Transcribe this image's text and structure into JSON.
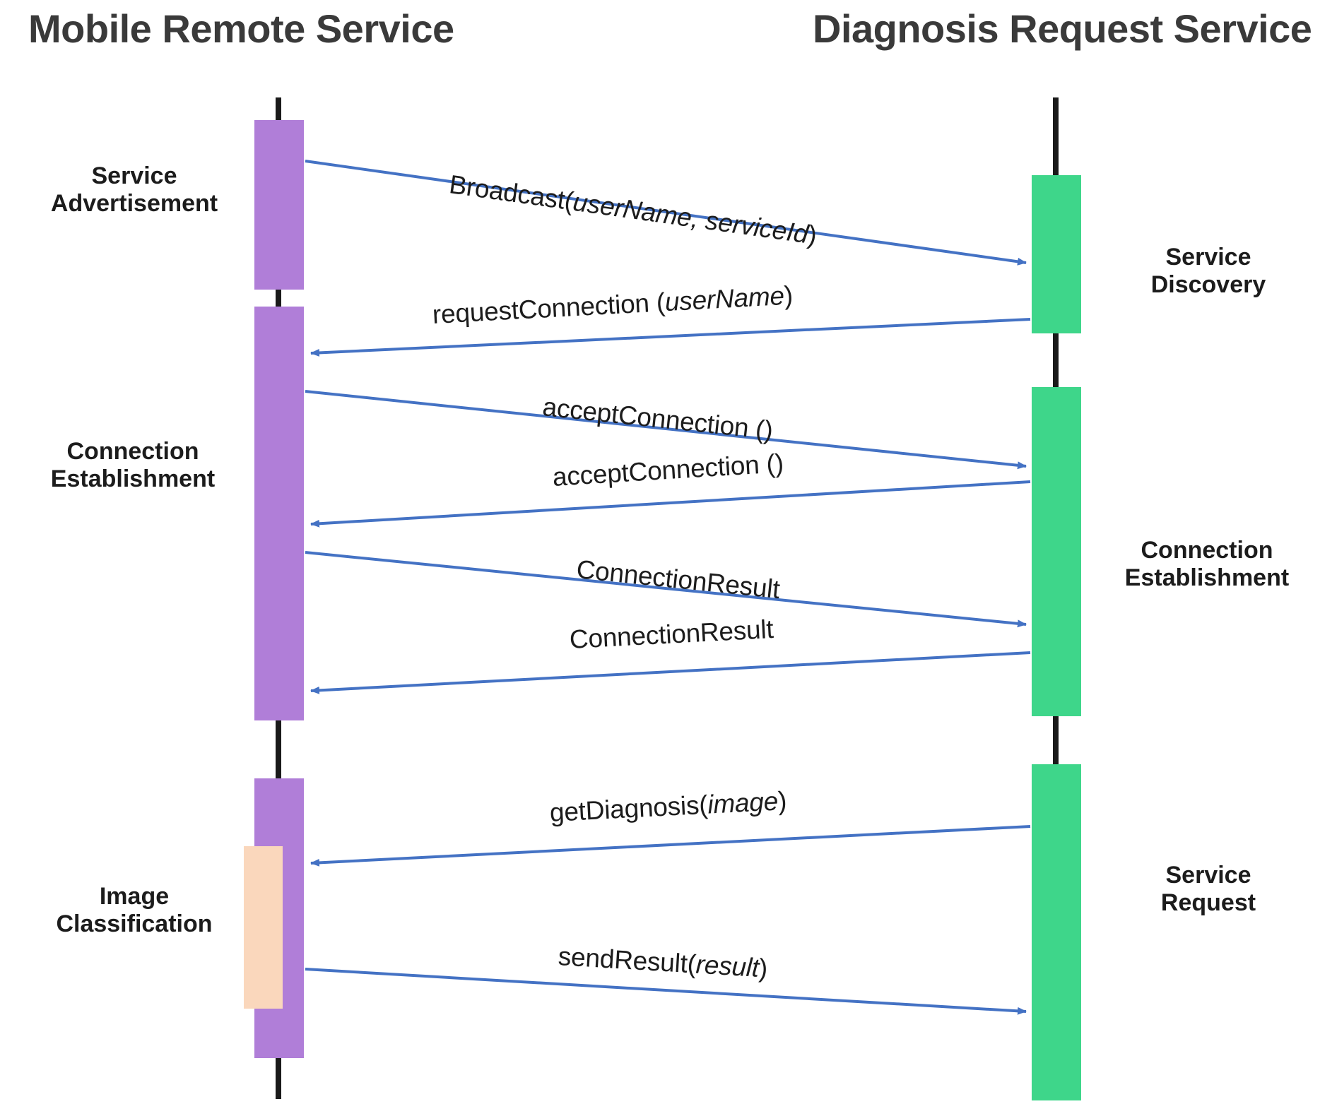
{
  "diagram": {
    "type": "uml-sequence-diagram",
    "background": "#ffffff",
    "colors": {
      "lifeline_left_activation": "#B07ED8",
      "lifeline_right_activation": "#3ED68A",
      "nested_activation": "#FAD7BC",
      "arrow": "#4472C4",
      "lifeline": "#1a1a1a",
      "text": "#1c1c1c"
    },
    "lifelines": [
      {
        "id": "left",
        "title": "Mobile Remote Service"
      },
      {
        "id": "right",
        "title": "Diagnosis Request Service"
      }
    ],
    "phases_left": [
      {
        "label": "Service\nAdvertisement"
      },
      {
        "label": "Connection\nEstablishment"
      },
      {
        "label": "Image\nClassification"
      }
    ],
    "phases_right": [
      {
        "label": "Service\nDiscovery"
      },
      {
        "label": "Connection\nEstablishment"
      },
      {
        "label": "Service\nRequest"
      }
    ],
    "messages": [
      {
        "id": "m1",
        "name": "Broadcast",
        "params": "userName, serviceId",
        "text": "Broadcast(userName, serviceId)",
        "direction": "left-to-right"
      },
      {
        "id": "m2",
        "name": "requestConnection",
        "params": "userName",
        "text": "requestConnection (userName)",
        "direction": "right-to-left"
      },
      {
        "id": "m3",
        "name": "acceptConnection",
        "params": "",
        "text": "acceptConnection ()",
        "direction": "left-to-right"
      },
      {
        "id": "m4",
        "name": "acceptConnection",
        "params": "",
        "text": "acceptConnection ()",
        "direction": "right-to-left"
      },
      {
        "id": "m5",
        "name": "ConnectionResult",
        "params": "",
        "text": "ConnectionResult",
        "direction": "left-to-right"
      },
      {
        "id": "m6",
        "name": "ConnectionResult",
        "params": "",
        "text": "ConnectionResult",
        "direction": "right-to-left"
      },
      {
        "id": "m7",
        "name": "getDiagnosis",
        "params": "image",
        "text": "getDiagnosis(image)",
        "direction": "right-to-left"
      },
      {
        "id": "m8",
        "name": "sendResult",
        "params": "result",
        "text": "sendResult(result)",
        "direction": "left-to-right"
      }
    ]
  }
}
